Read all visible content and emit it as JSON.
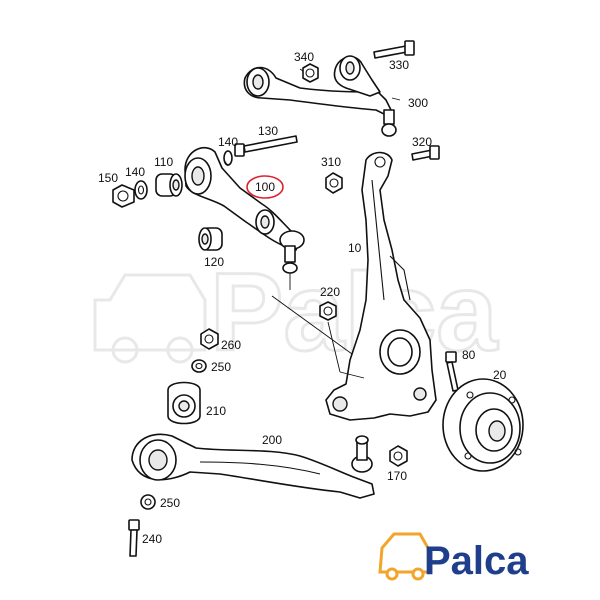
{
  "diagram": {
    "highlight_color": "#d9232e",
    "watermark": "Palca",
    "callouts": {
      "c340": "340",
      "c330": "330",
      "c300": "300",
      "c140a": "140",
      "c130": "130",
      "c320": "320",
      "c150": "150",
      "c140b": "140",
      "c110": "110",
      "c100": "100",
      "c310": "310",
      "c10": "10",
      "c120": "120",
      "c220": "220",
      "c260": "260",
      "c250a": "250",
      "c80": "80",
      "c20": "20",
      "c210": "210",
      "c200": "200",
      "c170": "170",
      "c250b": "250",
      "c240": "240"
    }
  },
  "logo": {
    "text": "Palca",
    "brand_color": "#1f3f8c",
    "accent_color": "#f2a52a"
  }
}
